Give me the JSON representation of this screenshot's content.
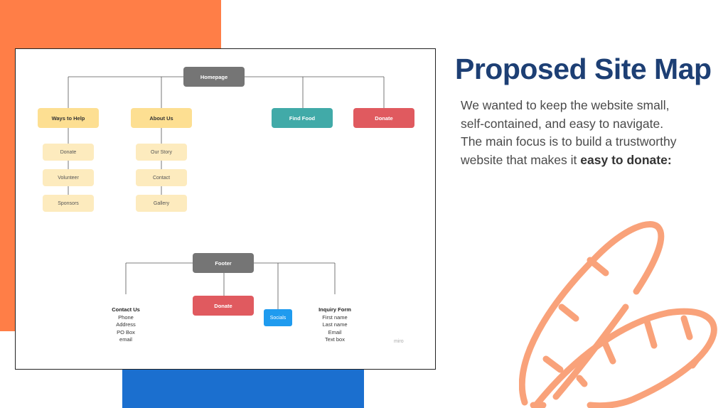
{
  "slide": {
    "title": "Proposed Site Map",
    "description_lines": [
      "We wanted to keep the website small,",
      "self-contained, and easy to navigate.",
      "The main focus is to build a trustworthy"
    ],
    "description_last_prefix": "website that makes it ",
    "description_emphasis": "easy to donate:"
  },
  "sitemap": {
    "homepage": "Homepage",
    "ways_to_help": {
      "label": "Ways to Help",
      "children": [
        "Donate",
        "Volunteer",
        "Sponsors"
      ]
    },
    "about_us": {
      "label": "About Us",
      "children": [
        "Our Story",
        "Contact",
        "Gallery"
      ]
    },
    "find_food": "Find Food",
    "donate": "Donate",
    "footer": {
      "label": "Footer",
      "donate": "Donate",
      "socials": "Socials",
      "contact_us": {
        "title": "Contact Us",
        "lines": [
          "Phone",
          "Address",
          "PO Box",
          "email"
        ]
      },
      "inquiry_form": {
        "title": "Inquiry Form",
        "lines": [
          "First name",
          "Last name",
          "Email",
          "Text box"
        ]
      }
    },
    "watermark": "miro"
  },
  "colors": {
    "orange_block": "#ff7e47",
    "blue_block": "#1b6fcf",
    "gray_node": "#757575",
    "amber_node": "#fddf92",
    "light_node": "#fdebbe",
    "teal_node": "#41aaa8",
    "red_node": "#e05a5f",
    "blue_node": "#1f9bef",
    "title_color": "#1d3f74",
    "bread_icon": "#f9a27a"
  },
  "icons": [
    "bread-icon"
  ]
}
